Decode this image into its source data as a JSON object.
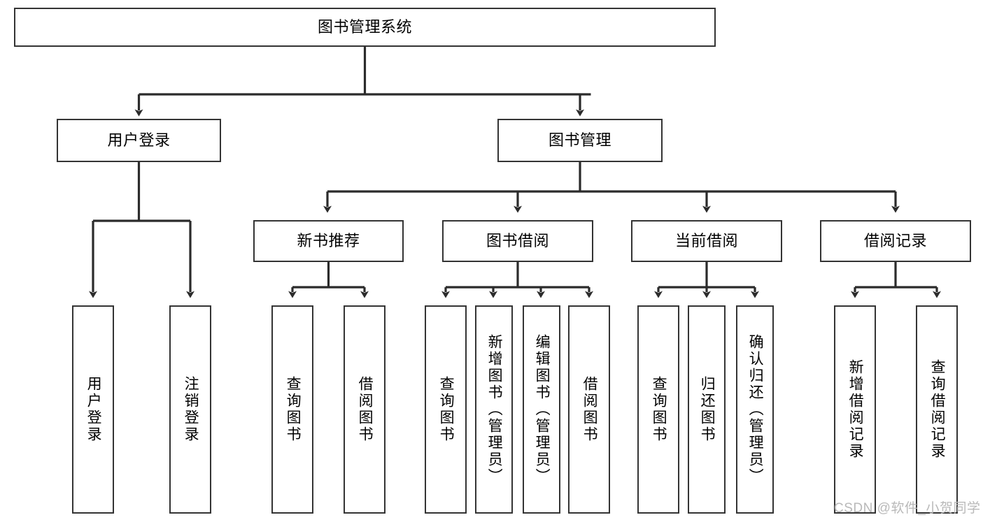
{
  "diagram": {
    "type": "tree-hierarchy-chart",
    "title": "图书管理系统",
    "colors": {
      "box_border": "#343434",
      "box_fill": "#ffffff",
      "connector": "#2b2b2b",
      "text": "#000000",
      "watermark": "#b9b9b9",
      "background": "#ffffff"
    },
    "root": {
      "label": "图书管理系统"
    },
    "level2": [
      {
        "label": "用户登录"
      },
      {
        "label": "图书管理"
      }
    ],
    "level3": [
      {
        "label": "新书推荐"
      },
      {
        "label": "图书借阅"
      },
      {
        "label": "当前借阅"
      },
      {
        "label": "借阅记录"
      }
    ],
    "leaves": {
      "user_login": [
        {
          "label": "用户登录"
        },
        {
          "label": "注销登录"
        }
      ],
      "new_book_recommend": [
        {
          "label": "查询图书"
        },
        {
          "label": "借阅图书"
        }
      ],
      "book_borrow": [
        {
          "label": "查询图书"
        },
        {
          "label": "新增图书（管理员）"
        },
        {
          "label": "编辑图书（管理员）"
        },
        {
          "label": "借阅图书"
        }
      ],
      "current_borrow": [
        {
          "label": "查询图书"
        },
        {
          "label": "归还图书"
        },
        {
          "label": "确认归还（管理员）"
        }
      ],
      "borrow_record": [
        {
          "label": "新增借阅记录"
        },
        {
          "label": "查询借阅记录"
        }
      ]
    }
  },
  "watermark": {
    "text": "CSDN @软件_小贺同学"
  }
}
